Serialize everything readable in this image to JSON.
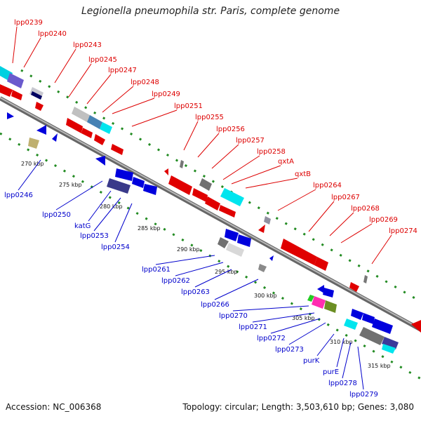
{
  "title": "Legionella pneumophila str. Paris, complete genome",
  "footer": {
    "accession": "Accession: NC_006368",
    "summary": "Topology: circular; Length: 3,503,610 bp; Genes: 3,080"
  },
  "colors": {
    "forward_label": "#dd0000",
    "reverse_label": "#0000cc",
    "backbone": "#888888",
    "track_dots": "#228b22"
  },
  "ticks": [
    "270 kbp",
    "275 kbp",
    "280 kbp",
    "285 kbp",
    "290 kbp",
    "295 kbp",
    "300 kbp",
    "305 kbp",
    "310 kbp",
    "315 kbp"
  ],
  "forward_labels": [
    "lpp0239",
    "lpp0240",
    "lpp0243",
    "lpp0245",
    "lpp0247",
    "lpp0248",
    "lpp0249",
    "lpp0251",
    "lpp0255",
    "lpp0256",
    "lpp0257",
    "lpp0258",
    "qxtA",
    "qxtB",
    "lpp0264",
    "lpp0267",
    "lpp0268",
    "lpp0269",
    "lpp0274"
  ],
  "reverse_labels": [
    "lpp0246",
    "lpp0250",
    "katG",
    "lpp0253",
    "lpp0254",
    "lpp0261",
    "lpp0262",
    "lpp0263",
    "lpp0266",
    "lpp0270",
    "lpp0271",
    "lpp0272",
    "lpp0273",
    "purK",
    "purE",
    "lpp0278",
    "lpp0279"
  ]
}
